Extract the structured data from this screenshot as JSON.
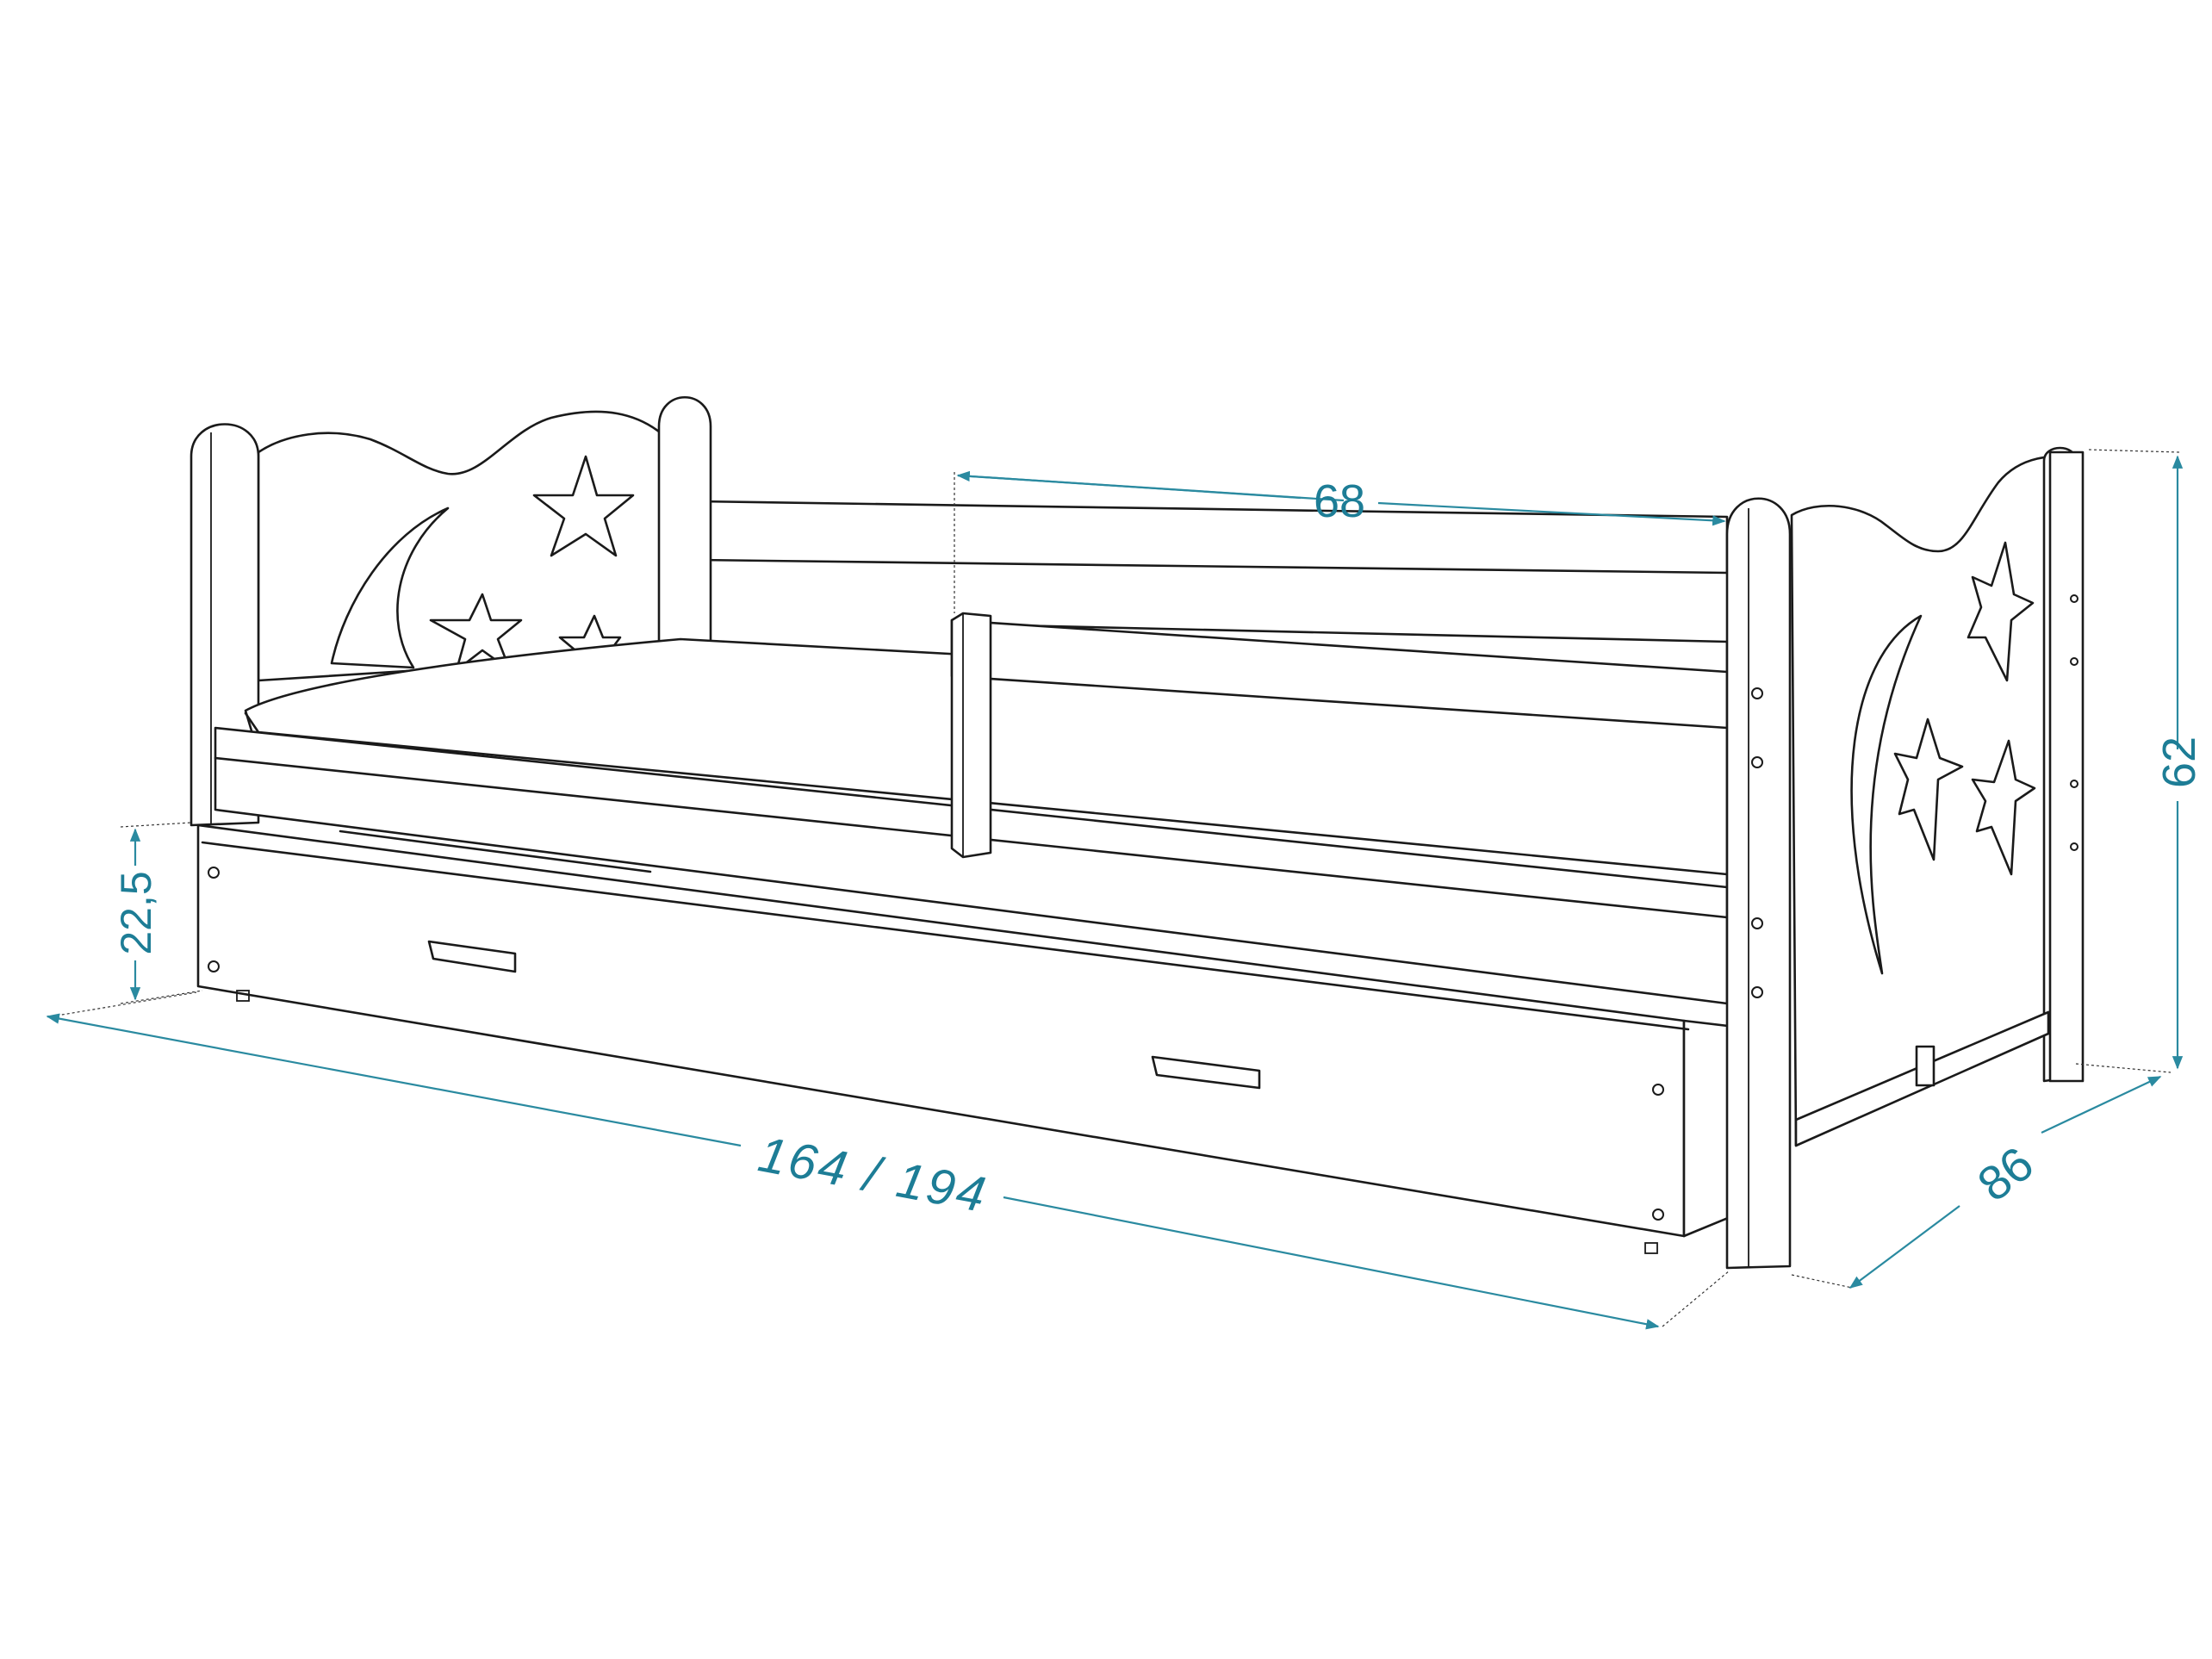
{
  "dimensions": {
    "mattress_length": "68",
    "height": "62",
    "drawer_height": "22,5",
    "bed_length": "164 / 194",
    "depth": "86"
  },
  "colors": {
    "dimension_line": "#2a8aa0",
    "dimension_text": "#1d7d96",
    "outline": "#1a1a1a"
  }
}
